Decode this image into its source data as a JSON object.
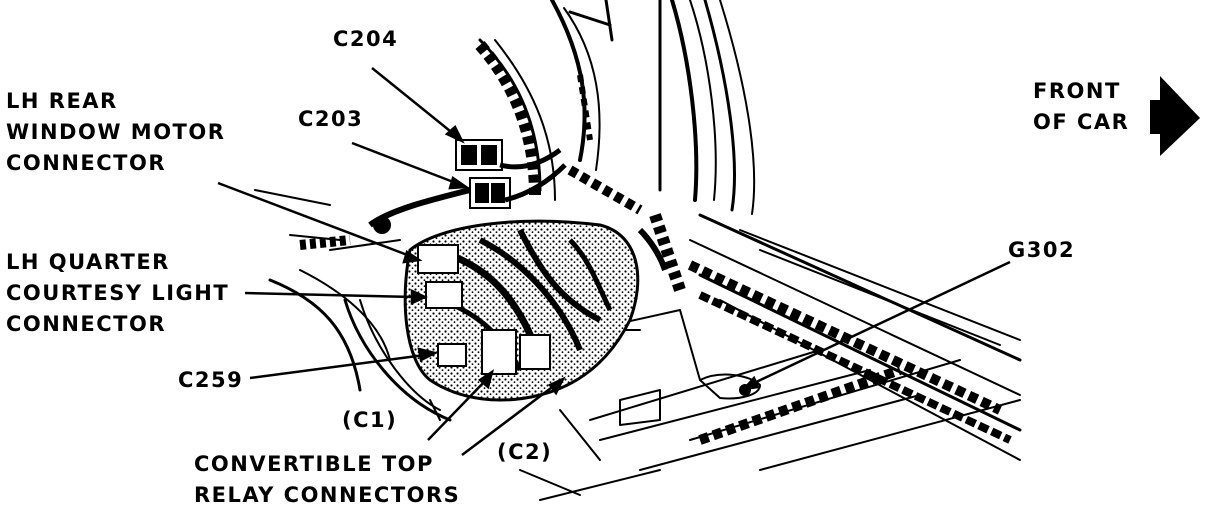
{
  "labels": {
    "c204": "C204",
    "c203": "C203",
    "lh_rear_window_motor": [
      "LH REAR",
      "WINDOW MOTOR",
      "CONNECTOR"
    ],
    "lh_quarter_courtesy": [
      "LH QUARTER",
      "COURTESY LIGHT",
      "CONNECTOR"
    ],
    "c259": "C259",
    "c1": "(C1)",
    "c2": "(C2)",
    "convertible_top_relay": [
      "CONVERTIBLE TOP",
      "RELAY CONNECTORS"
    ],
    "g302": "G302",
    "front_of_car": [
      "FRONT",
      "OF CAR"
    ]
  },
  "colors": {
    "ink": "#000000",
    "paper": "#ffffff"
  }
}
